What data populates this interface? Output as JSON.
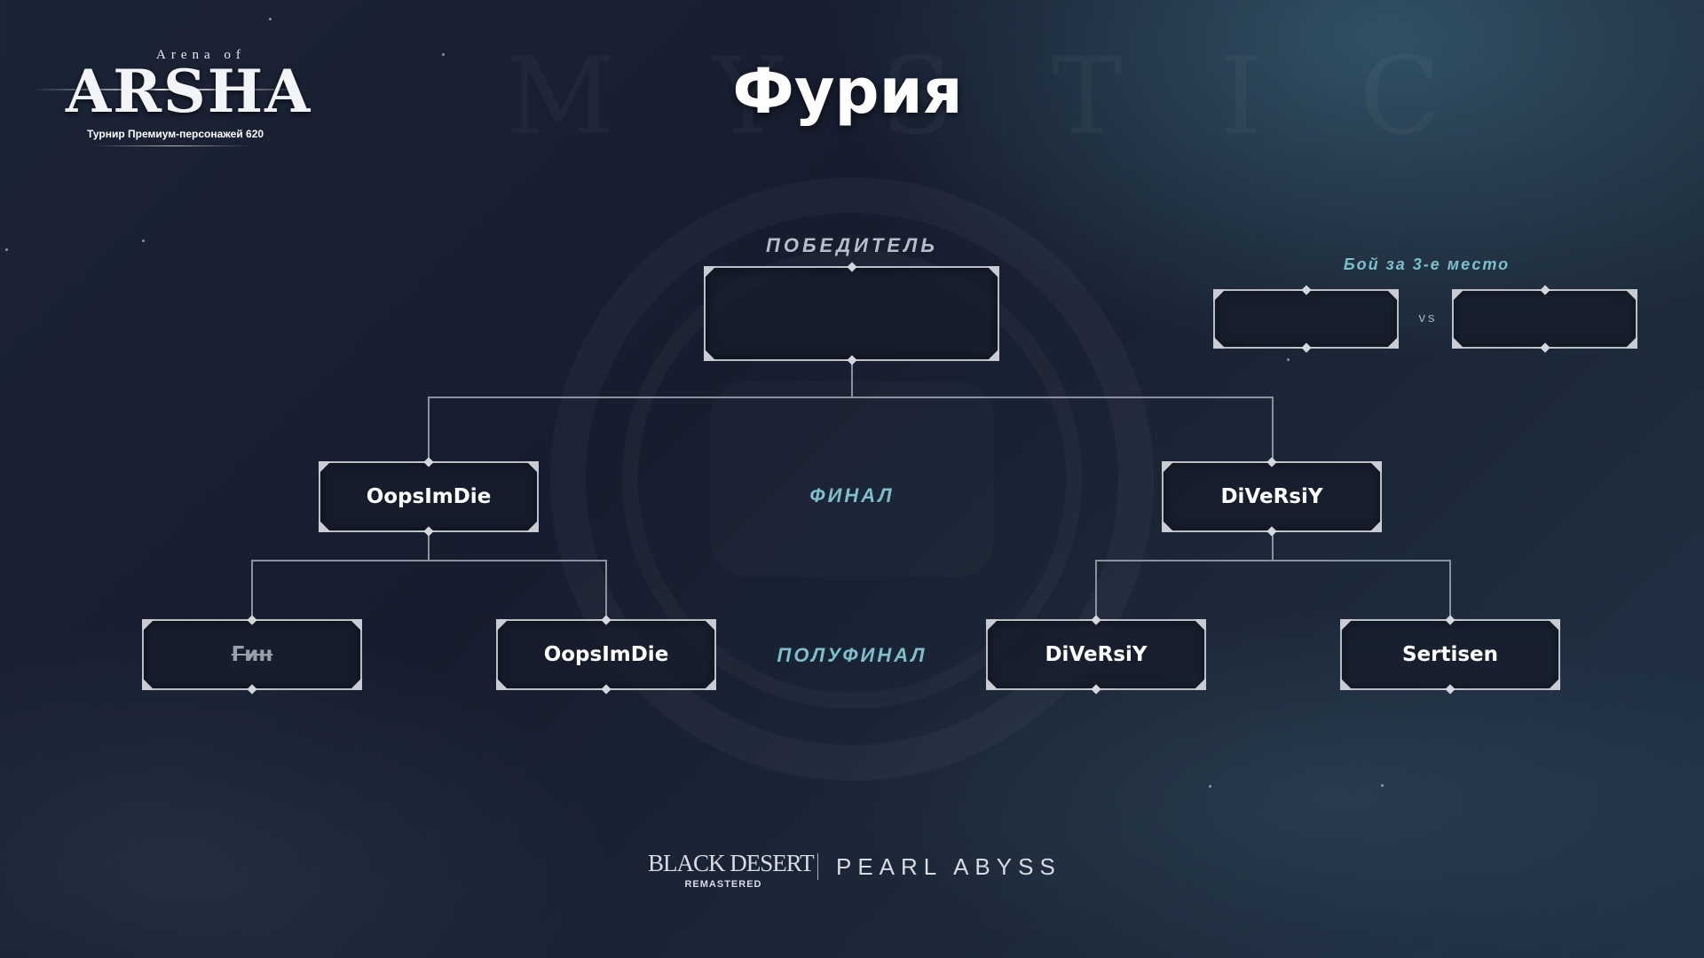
{
  "header": {
    "logo_arena": "Arena of",
    "logo_main": "ARSHA",
    "logo_subtitle": "Турнир Премиум-персонажей 620",
    "title": "Фурия",
    "background_word": "MYSTIC"
  },
  "bracket": {
    "winner_label": "ПОБЕДИТЕЛЬ",
    "final_label": "ФИНАЛ",
    "semifinal_label": "ПОЛУФИНАЛ",
    "third_place_label": "Бой за 3-е место",
    "vs_label": "vs",
    "winner": "",
    "final": {
      "left": "OopsImDie",
      "right": "DiVeRsiY"
    },
    "semifinal": [
      {
        "name": "Гин",
        "eliminated": true
      },
      {
        "name": "OopsImDie",
        "eliminated": false
      },
      {
        "name": "DiVeRsiY",
        "eliminated": false
      },
      {
        "name": "Sertisen",
        "eliminated": false
      }
    ],
    "third_place": {
      "left": "",
      "right": ""
    }
  },
  "footer": {
    "brand_game": "BLACK DESERT",
    "brand_game_sub": "REMASTERED",
    "brand_company": "PEARL ABYSS"
  },
  "colors": {
    "accent_teal": "#7fbfcc",
    "box_border": "#b9bdc4",
    "background": "#1b2436"
  }
}
